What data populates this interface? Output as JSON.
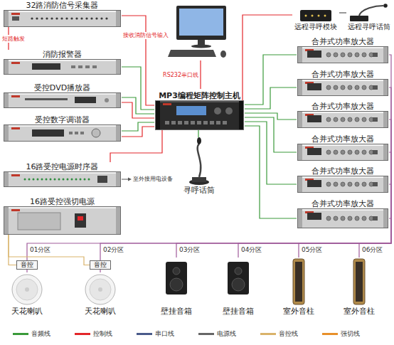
{
  "diagram": {
    "nodes": [
      {
        "text": [
          "32路消防信号采集器"
        ]
      },
      {
        "text": [
          "消防报警器"
        ]
      },
      {
        "text": [
          "受控DVD播放器"
        ]
      },
      {
        "text": [
          "受控数字调谐器"
        ]
      },
      {
        "text": [
          "16路受控电源时序器"
        ]
      },
      {
        "text": [
          "16路受控强切电源"
        ]
      },
      {
        "text": [
          "MP3编程矩阵控制主机"
        ]
      },
      {
        "text": [
          "寻呼话筒"
        ]
      },
      {
        "text": [
          "远程寻呼模块"
        ]
      },
      {
        "text": [
          "远程寻呼话筒"
        ]
      },
      {
        "text": [
          "合并式功率放大器"
        ]
      },
      {
        "text": [
          "合并式功率放大器"
        ]
      },
      {
        "text": [
          "合并式功率放大器"
        ]
      },
      {
        "text": [
          "合并式功率放大器"
        ]
      },
      {
        "text": [
          "合并式功率放大器"
        ]
      },
      {
        "text": [
          "合并式功率放大器"
        ]
      },
      {
        "text": [
          "音控"
        ]
      },
      {
        "text": [
          "音控"
        ]
      },
      {
        "text": [
          "天花喇叭"
        ]
      },
      {
        "text": [
          "天花喇叭"
        ]
      },
      {
        "text": [
          "壁挂音箱"
        ]
      },
      {
        "text": [
          "壁挂音箱"
        ]
      },
      {
        "text": [
          "室外音柱"
        ]
      },
      {
        "text": [
          "室外音柱"
        ]
      }
    ],
    "edges": [
      {
        "from": 0,
        "to": 6,
        "label": "接收消防信号输入",
        "arrow": "none"
      },
      {
        "from": 0,
        "to": 1,
        "label": "短路触发",
        "arrow": "none"
      },
      {
        "from": 1,
        "to": 6,
        "arrow": "none"
      },
      {
        "from": 2,
        "to": 6,
        "arrow": "none"
      },
      {
        "from": 2,
        "to": 6,
        "arrow": "none"
      },
      {
        "from": 3,
        "to": 6,
        "arrow": "none"
      },
      {
        "from": 3,
        "to": 6,
        "arrow": "none"
      },
      {
        "from": 6,
        "to": 4,
        "arrow": "none"
      },
      {
        "from": 7,
        "to": 6,
        "arrow": "none"
      },
      {
        "from": 6,
        "to": 8,
        "arrow": "none"
      },
      {
        "from": 9,
        "to": 8,
        "arrow": "none"
      },
      {
        "from": 6,
        "to": 10,
        "arrow": "none"
      },
      {
        "from": 6,
        "to": 11,
        "arrow": "none"
      },
      {
        "from": 6,
        "to": 12,
        "arrow": "none"
      },
      {
        "from": 6,
        "to": 13,
        "arrow": "none"
      },
      {
        "from": 6,
        "to": 14,
        "arrow": "none"
      },
      {
        "from": 6,
        "to": 15,
        "arrow": "none"
      },
      {
        "from": 10,
        "to": 16,
        "arrow": "none"
      },
      {
        "from": 11,
        "to": 17,
        "arrow": "none"
      },
      {
        "from": 12,
        "to": 20,
        "arrow": "none"
      },
      {
        "from": 13,
        "to": 21,
        "arrow": "none"
      },
      {
        "from": 14,
        "to": 22,
        "arrow": "none"
      },
      {
        "from": 15,
        "to": 23,
        "arrow": "none"
      },
      {
        "from": 16,
        "to": 18,
        "arrow": "none"
      },
      {
        "from": 17,
        "to": 19,
        "arrow": "none"
      },
      {
        "from": 5,
        "to": 16,
        "arrow": "none"
      },
      {
        "from": 5,
        "to": 17,
        "arrow": "none"
      }
    ],
    "labels": [
      "RS232串口线",
      "至外接用电设备",
      "01分区",
      "02分区",
      "03分区",
      "04分区",
      "05分区",
      "06分区"
    ],
    "legend": [
      {
        "text": "音频线",
        "color": "#3a9a3a"
      },
      {
        "text": "控制线",
        "color": "#e3262a"
      },
      {
        "text": "串口线",
        "color": "#4a5a8a"
      },
      {
        "text": "电源线",
        "color": "#666666"
      },
      {
        "text": "音控线",
        "color": "#d9b36a"
      },
      {
        "text": "强切线",
        "color": "#e8902a"
      }
    ]
  }
}
